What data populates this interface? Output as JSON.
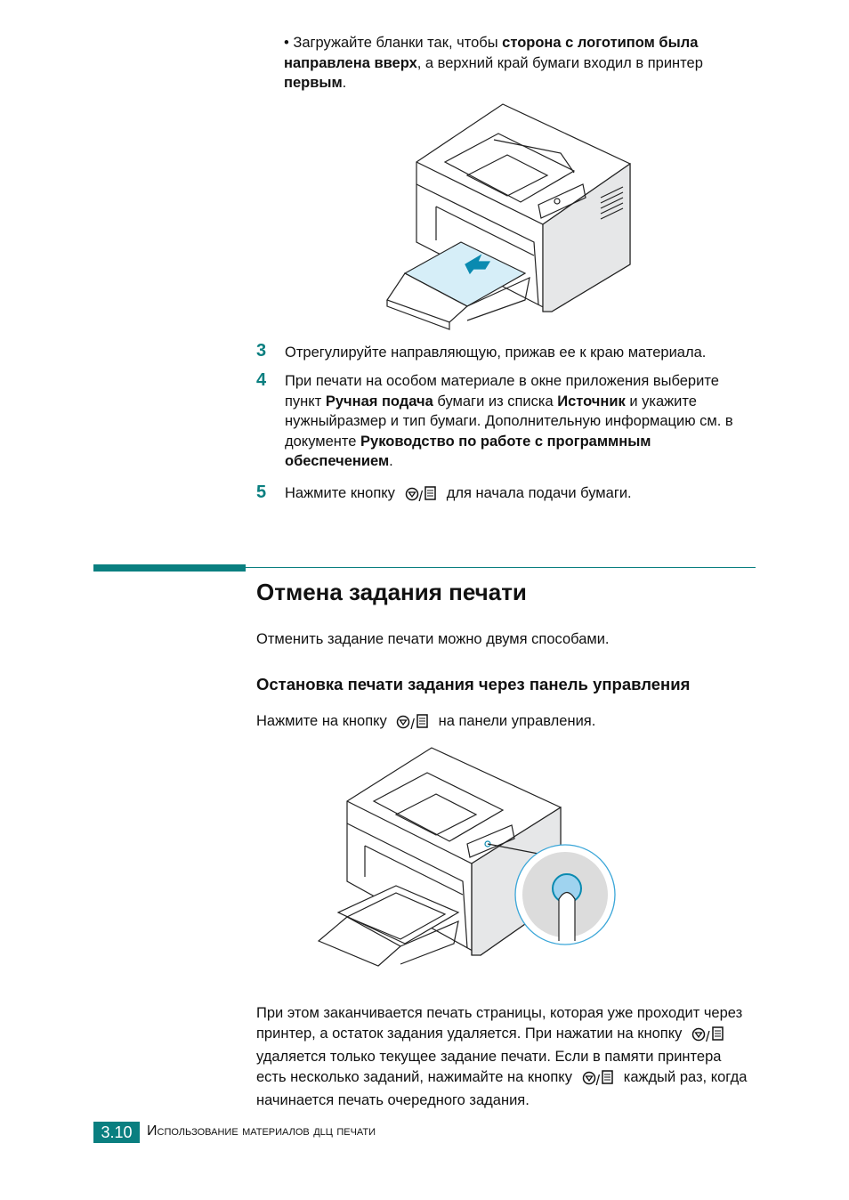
{
  "bullet": {
    "marker": "•",
    "t1": "Загружайте бланки так, чтобы ",
    "b1": "сторона с логотипом была направлена вверх",
    "t2": ", а верхний край бумаги входил в принтер ",
    "b2": "первым",
    "t3": "."
  },
  "steps": [
    {
      "num": "3",
      "t1": "Отрегулируйте направляющую, прижав ее к краю материала."
    },
    {
      "num": "4",
      "t1": "При печати на особом материале в окне приложения выберите пункт ",
      "b1": "Ручная подача",
      "t2": " бумаги из списка ",
      "b2": "Источник",
      "t3": " и укажите нужныйразмер и тип бумаги. Дополнительную информацию см. в документе ",
      "b3": "Руководство по работе с программным обеспечением",
      "t4": "."
    },
    {
      "num": "5",
      "t1": "Нажмите кнопку",
      "slash": "/",
      "t2": "для начала подачи бумаги."
    }
  ],
  "section": {
    "title": "Отмена задания печати",
    "intro": "Отменить задание печати можно двумя способами.",
    "subtitle": "Остановка печати задания через панель управления",
    "press_t1": "Нажмите на кнопку",
    "press_t2": "на панели управления.",
    "slash": "/",
    "final_t1": "При этом заканчивается печать страницы, которая уже проходит через принтер, а остаток задания удаляется. При нажатии на кнопку",
    "final_t2": "удаляется только текущее задание печати. Если в памяти принтера есть несколько заданий, нажимайте на кнопку",
    "final_t3": "каждый раз, когда начинается печать очередного задания."
  },
  "footer": {
    "page": "3.10",
    "title": "Использование материалов дlц печати"
  },
  "colors": {
    "accent": "#0a7f80",
    "paper": "#d6eef8"
  }
}
